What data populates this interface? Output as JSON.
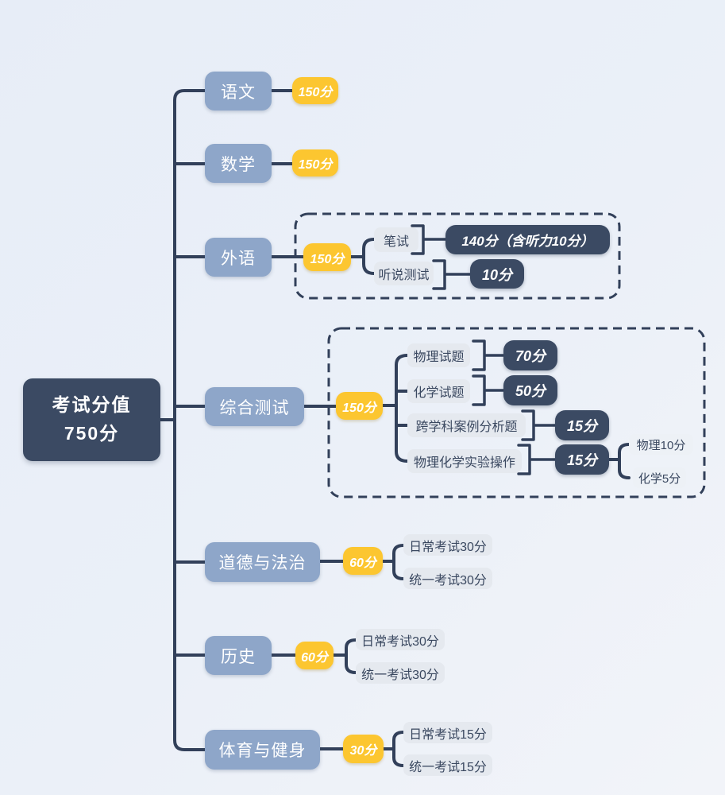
{
  "colors": {
    "background": "#e9eff8",
    "root_bg": "#3b4a63",
    "subject_bg": "#8ea6c9",
    "badge_bg": "#fcc630",
    "dark_bg": "#3b4a63",
    "label_bg": "#e5e9ef",
    "label_bg_light": "#edf1f6",
    "line": "#32405a",
    "text_light": "#ffffff",
    "text_dark": "#3a4860"
  },
  "root": {
    "title": "考试分值",
    "score": "750分"
  },
  "subjects": [
    {
      "label": "语文",
      "score": "150分"
    },
    {
      "label": "数学",
      "score": "150分"
    },
    {
      "label": "外语",
      "score": "150分"
    },
    {
      "label": "综合测试",
      "score": "150分"
    },
    {
      "label": "道德与法治",
      "score": "60分",
      "children": [
        "日常考试30分",
        "统一考试30分"
      ]
    },
    {
      "label": "历史",
      "score": "60分",
      "children": [
        "日常考试30分",
        "统一考试30分"
      ]
    },
    {
      "label": "体育与健身",
      "score": "30分",
      "children": [
        "日常考试15分",
        "统一考试15分"
      ]
    }
  ],
  "foreign_language_detail": {
    "items": [
      {
        "label": "笔试",
        "score": "140分（含听力10分）"
      },
      {
        "label": "听说测试",
        "score": "10分"
      }
    ]
  },
  "comprehensive_detail": {
    "items": [
      {
        "label": "物理试题",
        "score": "70分"
      },
      {
        "label": "化学试题",
        "score": "50分"
      },
      {
        "label": "跨学科案例分析题",
        "score": "15分"
      },
      {
        "label": "物理化学实验操作",
        "score": "15分",
        "children": [
          "物理10分",
          "化学5分"
        ]
      }
    ]
  }
}
